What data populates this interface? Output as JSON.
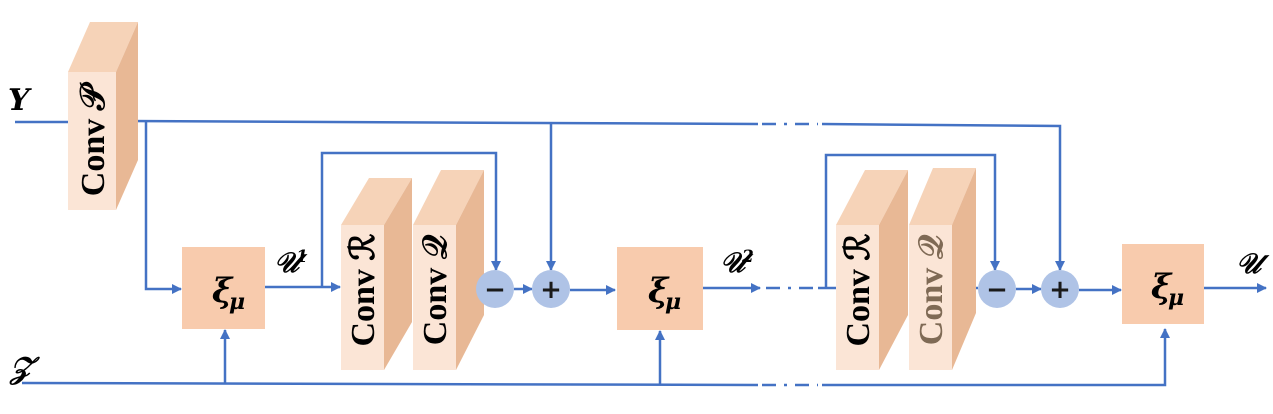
{
  "inputs": {
    "y": "Y",
    "z": "𝒵"
  },
  "output": {
    "u": "𝒰"
  },
  "conv": {
    "p_label": "Conv 𝒫",
    "r_label": "Conv ℛ",
    "q_label": "Conv 𝒬"
  },
  "xi": {
    "symbol": "ξ",
    "subscript": "μ"
  },
  "u_stage": {
    "symbol": "𝒰",
    "sup1": "1",
    "sup2": "2"
  },
  "ops": {
    "minus": "−",
    "plus": "+"
  },
  "colors": {
    "line": "#4472C4",
    "xi_box": "#F8CBAD",
    "conv_front": "#FBE5D6",
    "conv_side": "#E8B895",
    "conv_top": "#F6D3B8",
    "op_circle": "#AFC3E6"
  }
}
